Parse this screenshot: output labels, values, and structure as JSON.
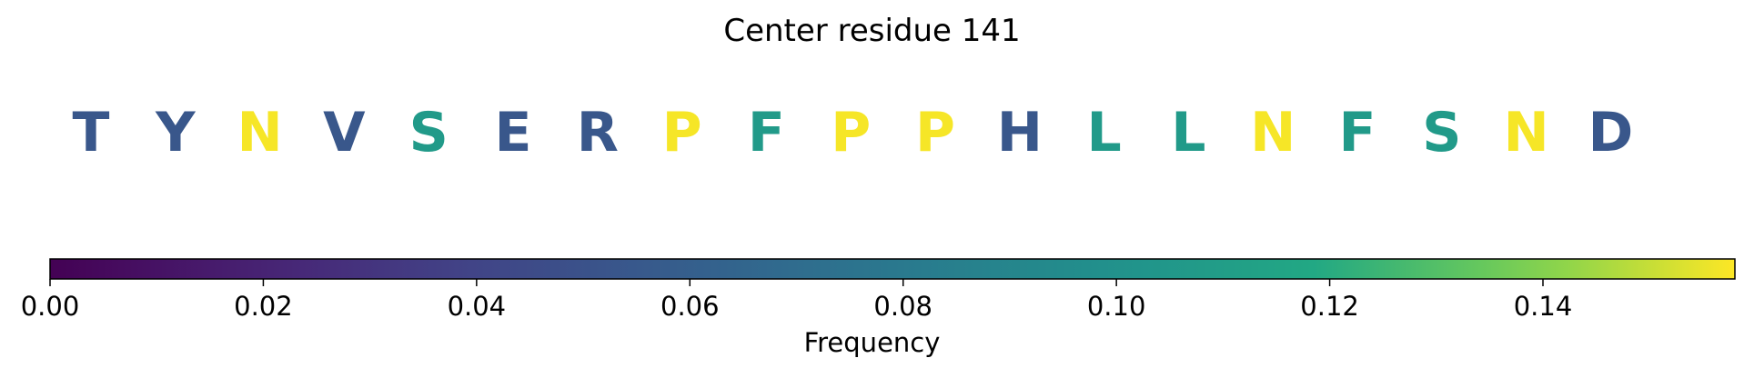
{
  "chart_data": {
    "type": "sequence-logo-colorbar",
    "title": "Center residue 141",
    "residues": [
      {
        "letter": "T",
        "frequency": 0.054
      },
      {
        "letter": "Y",
        "frequency": 0.054
      },
      {
        "letter": "N",
        "frequency": 0.157
      },
      {
        "letter": "V",
        "frequency": 0.054
      },
      {
        "letter": "S",
        "frequency": 0.107
      },
      {
        "letter": "E",
        "frequency": 0.054
      },
      {
        "letter": "R",
        "frequency": 0.054
      },
      {
        "letter": "P",
        "frequency": 0.157
      },
      {
        "letter": "F",
        "frequency": 0.107
      },
      {
        "letter": "P",
        "frequency": 0.157
      },
      {
        "letter": "P",
        "frequency": 0.157
      },
      {
        "letter": "H",
        "frequency": 0.054
      },
      {
        "letter": "L",
        "frequency": 0.107
      },
      {
        "letter": "L",
        "frequency": 0.107
      },
      {
        "letter": "N",
        "frequency": 0.157
      },
      {
        "letter": "F",
        "frequency": 0.107
      },
      {
        "letter": "S",
        "frequency": 0.107
      },
      {
        "letter": "N",
        "frequency": 0.157
      },
      {
        "letter": "D",
        "frequency": 0.054
      }
    ],
    "colorbar": {
      "label": "Frequency",
      "colormap": "viridis",
      "range": [
        0,
        0.158
      ],
      "ticks": [
        0.0,
        0.02,
        0.04,
        0.06,
        0.08,
        0.1,
        0.12,
        0.14
      ],
      "tick_labels": [
        "0.00",
        "0.02",
        "0.04",
        "0.06",
        "0.08",
        "0.10",
        "0.12",
        "0.14"
      ]
    }
  }
}
